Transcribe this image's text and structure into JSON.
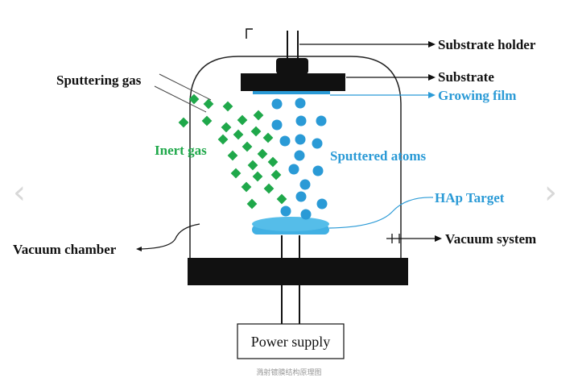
{
  "labels": {
    "substrate_holder": "Substrate holder",
    "substrate": "Substrate",
    "growing_film": "Growing film",
    "sputtering_gas": "Sputtering gas",
    "inert_gas": "Inert gas",
    "sputtered_atoms": "Sputtered atoms",
    "hap_target": "HAp Target",
    "vacuum_chamber": "Vacuum chamber",
    "vacuum_system": "Vacuum system",
    "power_supply": "Power supply"
  },
  "caption": "溅射镀膜结构原理图",
  "nav": {
    "prev": "‹",
    "next": "›"
  },
  "colors": {
    "gas_particle": "#1fa84a",
    "sputtered_atom": "#2a9ad6",
    "target": "#41b0e3",
    "film": "#2a9ad6",
    "structure": "#111111"
  },
  "particles": {
    "inert_gas_count": 24,
    "sputtered_atom_count": 16
  }
}
